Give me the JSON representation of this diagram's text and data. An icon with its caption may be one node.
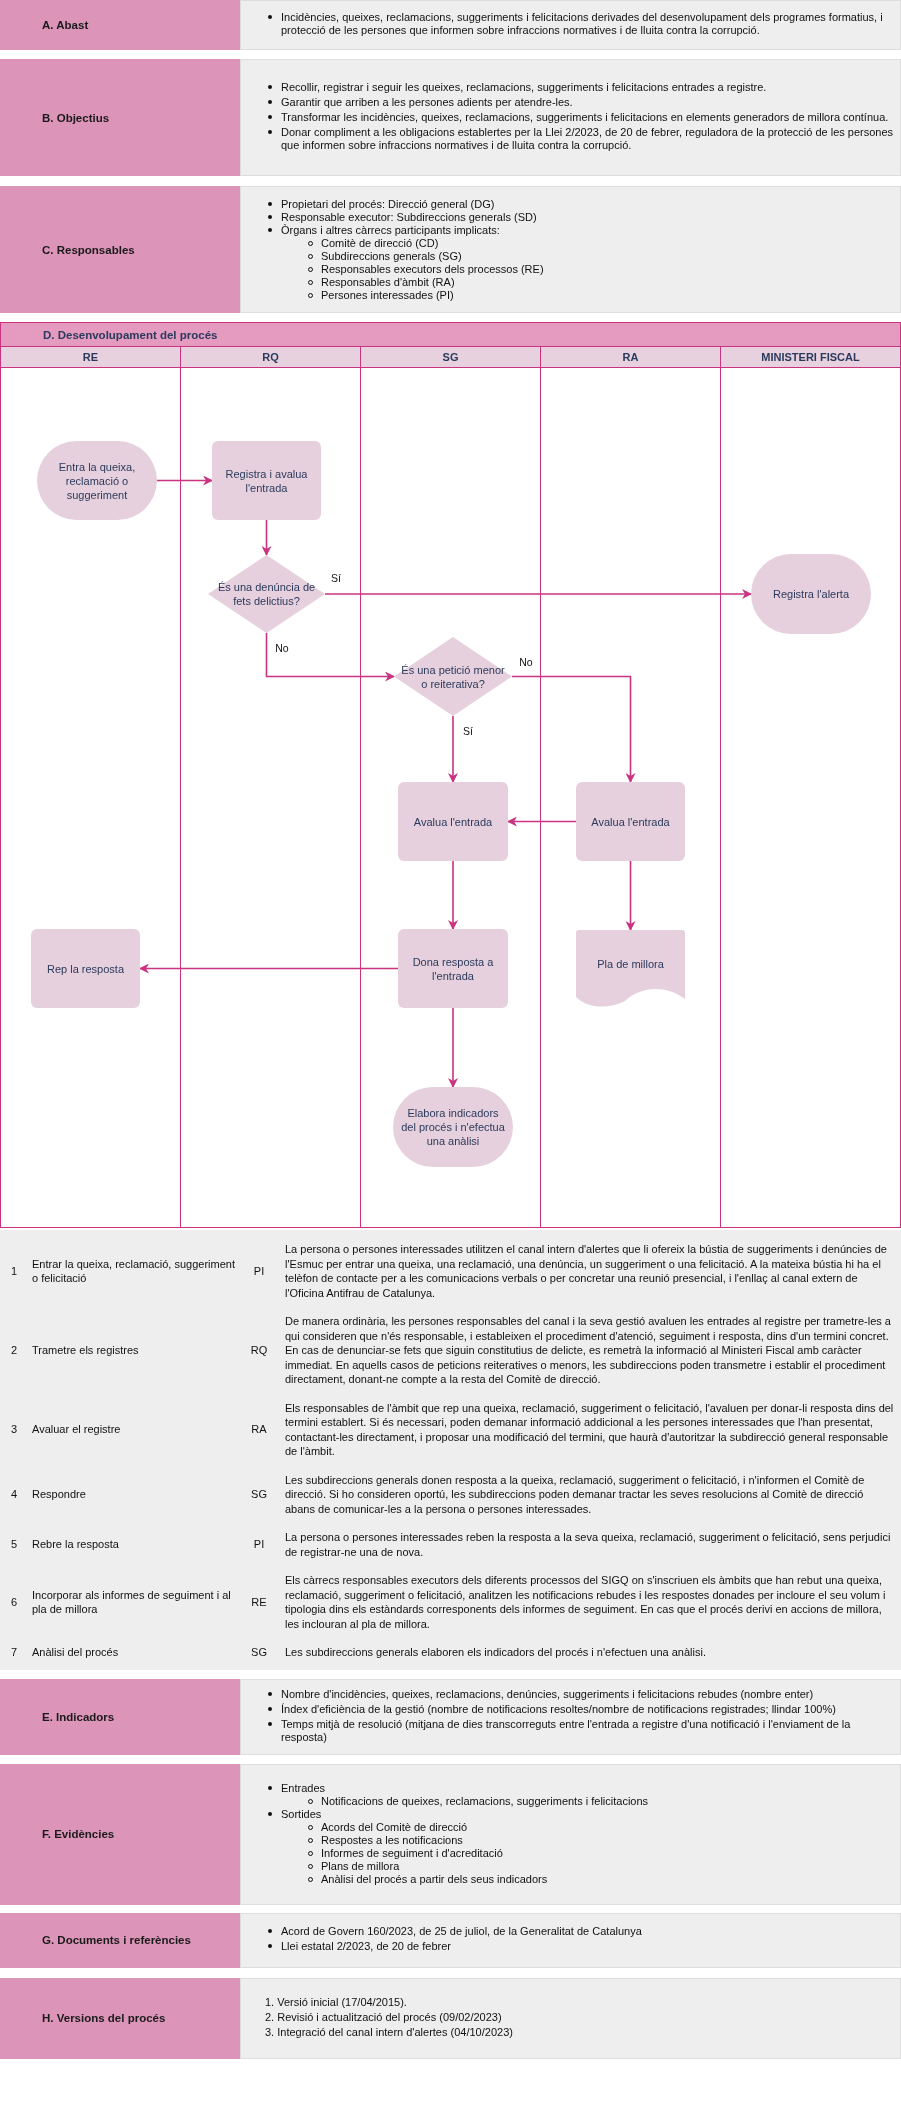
{
  "diagram": {
    "nodes": [
      {
        "text": [
          "A. Abast",
          "Incidències, queixes, reclamacions, suggeriments i felicitacions derivades del desenvolupament dels programes formatius, i protecció de les persones que informen sobre infraccions normatives i de lluita contra la corrupció."
        ]
      },
      {
        "text": [
          "B. Objectius",
          "Recollir, registrar i seguir les queixes, reclamacions, suggeriments i felicitacions entrades a registre.",
          "Garantir que arriben a les persones adients per atendre-les.",
          "Transformar les incidències, queixes, reclamacions, suggeriments i felicitacions en elements generadors de millora contínua.",
          "Donar compliment a les obligacions establertes per la Llei 2/2023, de 20 de febrer, reguladora de la protecció de les persones que informen sobre infraccions normatives i de lluita contra la corrupció."
        ]
      },
      {
        "text": [
          "C. Responsables",
          "Propietari del procés: Direcció general (DG)",
          "Responsable executor: Subdireccions generals (SD)",
          "Òrgans i altres càrrecs participants implicats:",
          "Comitè de direcció (CD)",
          "Subdireccions generals (SG)",
          "Responsables executors dels processos (RE)",
          "Responsables d'àmbit (RA)",
          "Persones interessades (PI)"
        ]
      },
      {
        "text": [
          "D. Desenvolupament del procés"
        ]
      },
      {
        "text": [
          "RE"
        ],
        "in": 3
      },
      {
        "text": [
          "RQ"
        ],
        "in": 3
      },
      {
        "text": [
          "SG"
        ],
        "in": 3
      },
      {
        "text": [
          "RA"
        ],
        "in": 3
      },
      {
        "text": [
          "MINISTERI FISCAL"
        ],
        "in": 3
      },
      {
        "text": [
          "Entra la queixa, reclamació o suggeriment"
        ],
        "in": 4
      },
      {
        "text": [
          "Registra i avalua l'entrada"
        ],
        "in": 5
      },
      {
        "text": [
          "És una denúncia de fets delictius?"
        ],
        "in": 5
      },
      {
        "text": [
          "Registra l'alerta"
        ],
        "in": 8
      },
      {
        "text": [
          "És una petició menor o reiterativa?"
        ],
        "in": 6
      },
      {
        "text": [
          "Avalua l'entrada"
        ],
        "in": 6
      },
      {
        "text": [
          "Avalua l'entrada"
        ],
        "in": 7
      },
      {
        "text": [
          "Rep la resposta"
        ],
        "in": 4
      },
      {
        "text": [
          "Dona resposta a l'entrada"
        ],
        "in": 6
      },
      {
        "text": [
          "Pla de millora"
        ],
        "in": 7
      },
      {
        "text": [
          "Elabora indicadors del procés i n'efectua una anàlisi"
        ],
        "in": 6
      },
      {
        "text": [
          "E. Indicadors",
          "Nombre d'incidències, queixes, reclamacions, denúncies, suggeriments i felicitacions rebudes (nombre enter)",
          "Índex d'eficiència de la gestió (nombre de notificacions resoltes/nombre de notificacions registrades; llindar 100%)",
          "Temps mitjà de resolució (mitjana de dies transcorreguts entre l'entrada a registre d'una notificació i l'enviament de la resposta)"
        ]
      },
      {
        "text": [
          "F. Evidències",
          "Entrades",
          "Notificacions de queixes, reclamacions, suggeriments i felicitacions",
          "Sortides",
          "Acords del Comitè de direcció",
          "Respostes a les notificacions",
          "Informes de seguiment i d'acreditació",
          "Plans de millora",
          "Anàlisi del procés a partir dels seus indicadors"
        ]
      },
      {
        "text": [
          "G. Documents i referències",
          "Acord de Govern 160/2023, de 25 de juliol, de la Generalitat de Catalunya",
          "Llei estatal 2/2023, de 20 de febrer"
        ]
      },
      {
        "text": [
          "H. Versions del procés",
          "1. Versió inicial (17/04/2015).",
          "2. Revisió i actualització del procés (09/02/2023)",
          "3. Integració del canal intern d'alertes (04/10/2023)"
        ]
      }
    ],
    "edges": [
      {
        "from": 9,
        "to": 10,
        "arrow": "to"
      },
      {
        "from": 10,
        "to": 11,
        "arrow": "to"
      },
      {
        "from": 11,
        "to": 12,
        "arrow": "to",
        "label": "Sí"
      },
      {
        "from": 11,
        "to": 13,
        "arrow": "to",
        "label": "No"
      },
      {
        "from": 13,
        "to": 14,
        "arrow": "to",
        "label": "Sí"
      },
      {
        "from": 13,
        "to": 15,
        "arrow": "to",
        "label": "No"
      },
      {
        "from": 15,
        "to": 14,
        "arrow": "to"
      },
      {
        "from": 14,
        "to": 17,
        "arrow": "to"
      },
      {
        "from": 15,
        "to": 18,
        "arrow": "to"
      },
      {
        "from": 17,
        "to": 16,
        "arrow": "to"
      },
      {
        "from": 17,
        "to": 19,
        "arrow": "to"
      }
    ],
    "labels": [
      "1",
      "Entrar la queixa, reclamació, suggeriment o felicitació",
      "PI",
      "La persona o persones interessades utilitzen el canal intern d'alertes que li ofereix la bústia de suggeriments i denúncies de l'Esmuc per entrar una queixa, una reclamació, una denúncia, un suggeriment o una felicitació. A la mateixa bústia hi ha el telèfon de contacte per a les comunicacions verbals o per concretar una reunió presencial, i l'enllaç al canal extern de l'Oficina Antifrau de Catalunya.",
      "2",
      "Trametre els registres",
      "RQ",
      "De manera ordinària, les persones responsables del canal i la seva gestió avaluen les entrades al registre per trametre-les a qui consideren que n'és responsable, i estableixen el procediment d'atenció, seguiment i resposta, dins d'un termini concret. En cas de denunciar-se fets que siguin constitutius de delicte, es remetrà la informació al Ministeri Fiscal amb caràcter immediat. En aquells casos de peticions reiteratives o menors, les subdireccions poden transmetre i establir el procediment directament, donant-ne compte a la resta del Comitè de direcció.",
      "3",
      "Avaluar el registre",
      "RA",
      "Els responsables de l'àmbit que rep una queixa, reclamació, suggeriment o felicitació, l'avaluen per donar-li resposta dins del termini establert. Si és necessari, poden demanar informació addicional a les persones interessades que l'han presentat, contactant-les directament, i proposar una modificació del termini, que haurà d'autoritzar la subdirecció general responsable de l'àmbit.",
      "4",
      "Respondre",
      "SG",
      "Les subdireccions generals donen resposta a la queixa, reclamació, suggeriment o felicitació, i n'informen el Comitè de direcció. Si ho consideren oportú, les subdireccions poden demanar tractar les seves resolucions al Comitè de direcció abans de comunicar-les a la persona o persones interessades.",
      "5",
      "Rebre la resposta",
      "PI",
      "La persona o persones interessades reben la resposta a la seva queixa, reclamació, suggeriment o felicitació, sens perjudici de registrar-ne una de nova.",
      "6",
      "Incorporar als informes de seguiment i al pla de millora",
      "RE",
      "Els càrrecs responsables executors dels diferents processos del SIGQ on s'inscriuen els àmbits que han rebut una queixa, reclamació, suggeriment o felicitació, analitzen les notificacions rebudes i les respostes donades per incloure el seu volum i tipologia dins els estàndards corresponents dels informes de seguiment. En cas que el procés derivi en accions de millora, les inclouran al pla de millora.",
      "7",
      "Anàlisi del procés",
      "SG",
      "Les subdireccions generals elaboren els indicadors del procés i n'efectuen una anàlisi."
    ]
  }
}
